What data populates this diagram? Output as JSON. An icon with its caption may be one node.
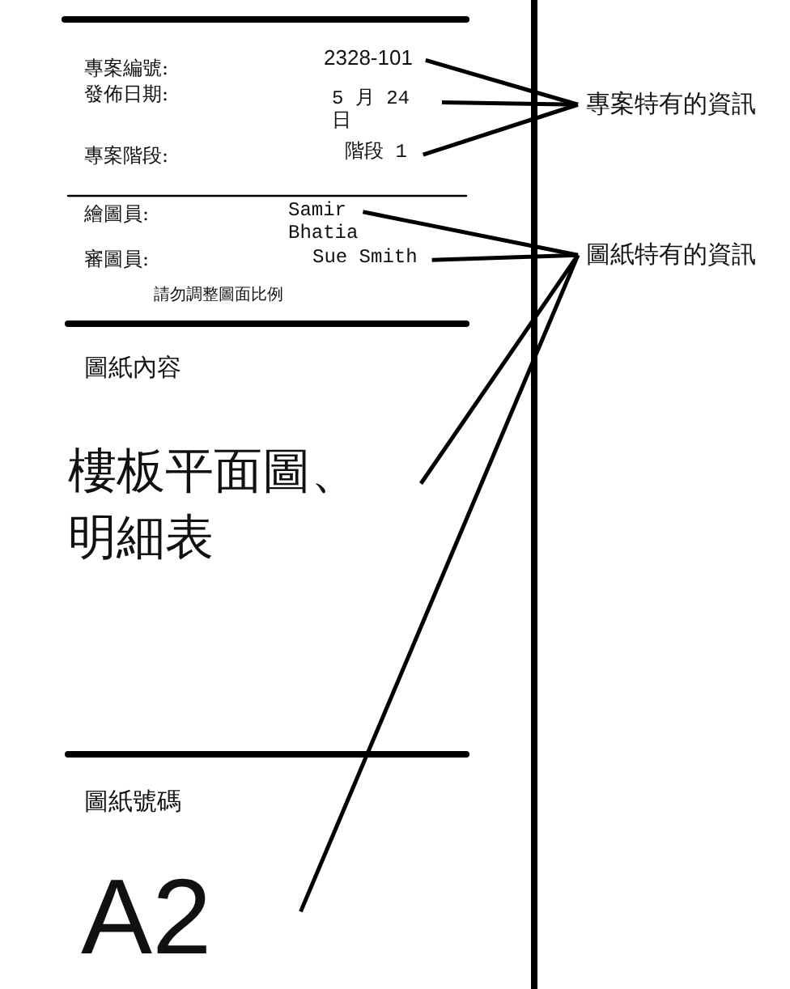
{
  "diagram": {
    "nodes": [
      {
        "text": [
          "專案特有的資訊"
        ]
      },
      {
        "text": [
          "圖紙特有的資訊"
        ]
      },
      {
        "text": [
          "2328-101"
        ]
      },
      {
        "text": [
          "5 月 24 日"
        ]
      },
      {
        "text": [
          "階段 1"
        ]
      },
      {
        "text": [
          "Samir Bhatia"
        ]
      },
      {
        "text": [
          "Sue Smith"
        ]
      },
      {
        "text": [
          "樓板平面圖、明細表"
        ]
      },
      {
        "text": [
          "A2"
        ]
      }
    ],
    "edges": [
      {
        "from": 0,
        "to": 2,
        "arrow": "none"
      },
      {
        "from": 0,
        "to": 3,
        "arrow": "none"
      },
      {
        "from": 0,
        "to": 4,
        "arrow": "none"
      },
      {
        "from": 1,
        "to": 5,
        "arrow": "none"
      },
      {
        "from": 1,
        "to": 6,
        "arrow": "none"
      },
      {
        "from": 1,
        "to": 7,
        "arrow": "none"
      },
      {
        "from": 1,
        "to": 8,
        "arrow": "none"
      }
    ],
    "labels": [
      "專案編號:",
      "發佈日期:",
      "專案階段:",
      "繪圖員:",
      "審圖員:",
      "請勿調整圖面比例",
      "圖紙內容",
      "圖紙號碼"
    ]
  }
}
